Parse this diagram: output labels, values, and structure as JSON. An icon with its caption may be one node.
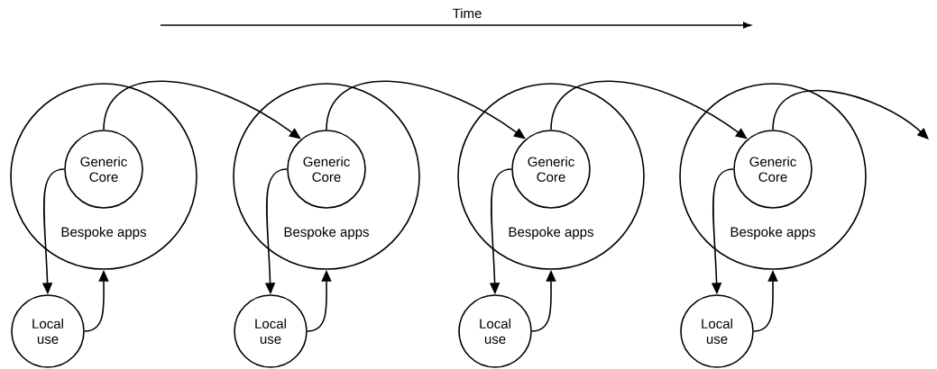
{
  "diagram": {
    "nodes": [
      {
        "text": [
          "Bespoke apps"
        ]
      },
      {
        "text": [
          "Generic Core"
        ],
        "in": 0
      },
      {
        "text": [
          "Local use"
        ]
      },
      {
        "text": [
          "Bespoke apps"
        ]
      },
      {
        "text": [
          "Generic Core"
        ],
        "in": 3
      },
      {
        "text": [
          "Local use"
        ]
      },
      {
        "text": [
          "Bespoke apps"
        ]
      },
      {
        "text": [
          "Generic Core"
        ],
        "in": 6
      },
      {
        "text": [
          "Local use"
        ]
      },
      {
        "text": [
          "Bespoke apps"
        ]
      },
      {
        "text": [
          "Generic Core"
        ],
        "in": 9
      },
      {
        "text": [
          "Local use"
        ]
      }
    ],
    "edges": [
      {
        "from": 1,
        "to": 2,
        "arrow": "to"
      },
      {
        "from": 2,
        "to": 0,
        "arrow": "to"
      },
      {
        "from": 1,
        "to": 4,
        "arrow": "to"
      },
      {
        "from": 4,
        "to": 5,
        "arrow": "to"
      },
      {
        "from": 5,
        "to": 3,
        "arrow": "to"
      },
      {
        "from": 4,
        "to": 7,
        "arrow": "to"
      },
      {
        "from": 7,
        "to": 8,
        "arrow": "to"
      },
      {
        "from": 8,
        "to": 6,
        "arrow": "to"
      },
      {
        "from": 7,
        "to": 10,
        "arrow": "to"
      },
      {
        "from": 10,
        "to": 11,
        "arrow": "to"
      },
      {
        "from": 11,
        "to": 9,
        "arrow": "to"
      },
      {
        "from": 10,
        "to": null,
        "arrow": "to"
      }
    ],
    "labels": [
      "Time"
    ]
  }
}
